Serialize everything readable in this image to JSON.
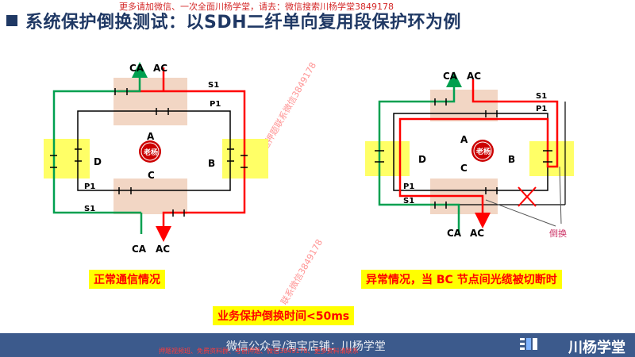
{
  "title": "系统保护倒换测试：以SDH二纤单向复用段保护环为例",
  "top_watermark": "更多请加微信、一次全面川杨学堂，请去：微信搜索川杨学堂3849178",
  "left_ring": {
    "node_a": "A",
    "node_b": "B",
    "node_c": "C",
    "node_d": "D",
    "top_ca": "CA",
    "top_ac": "AC",
    "bottom_ca": "CA",
    "bottom_ac": "AC",
    "s1_top": "S1",
    "p1_top": "P1",
    "p1_bottom": "P1",
    "s1_bottom": "S1"
  },
  "right_ring": {
    "node_a": "A",
    "node_b": "B",
    "node_c": "C",
    "node_d": "D",
    "top_ca": "CA",
    "top_ac": "AC",
    "bottom_ca": "CA",
    "bottom_ac": "AC",
    "s1_top": "S1",
    "p1_top": "P1",
    "p1_bottom": "P1",
    "s1_bottom": "S1",
    "switch_label": "倒换"
  },
  "seal_text": "老杨",
  "captions": {
    "normal": "正常通信情况",
    "abnormal": "异常情况，当 BC 节点间光缆被切断时",
    "switch_time": "业务保护倒换时间<50ms"
  },
  "watermarks": {
    "diag1": "精通押题联系微信3849178",
    "diag2": "联系微信3849178"
  },
  "footer": {
    "center": "微信公众号/淘宝店铺：川杨学堂",
    "small": "押题视频班、免费资料群、考前押题、微信3849178、更多资料请联系",
    "brand": "川杨学堂"
  },
  "colors": {
    "working": "#ff0000",
    "service": "#00a050",
    "protect": "#000000",
    "node_tan": "#f2d6c4",
    "node_yellow": "#ffff66",
    "title": "#1f3864",
    "footer": "#3c5a8c"
  }
}
